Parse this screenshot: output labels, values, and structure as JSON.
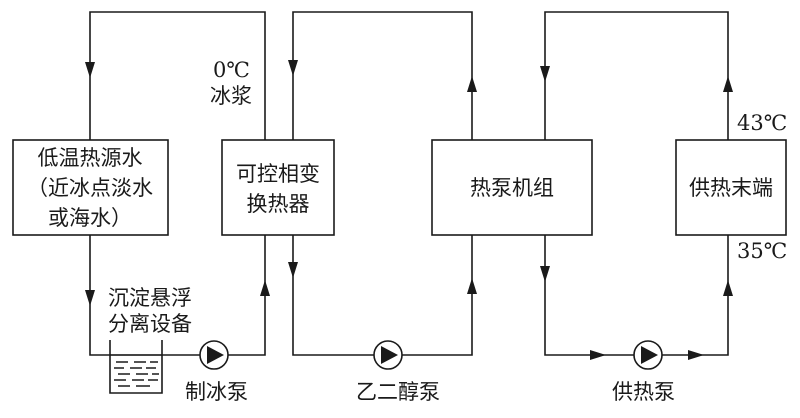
{
  "boxes": {
    "source": [
      "低温热源水",
      "（近冰点淡水",
      "或海水）"
    ],
    "exchanger": [
      "可控相变",
      "换热器"
    ],
    "heat_pump": "热泵机组",
    "terminal": "供热末端"
  },
  "labels": {
    "ice_temp": "0℃",
    "ice_slurry": "冰浆",
    "sediment": [
      "沉淀悬浮",
      "分离设备"
    ],
    "supply_temp": "43℃",
    "return_temp": "35℃"
  },
  "pumps": {
    "ice_pump": "制冰泵",
    "glycol_pump": "乙二醇泵",
    "heat_pump_supply": "供热泵"
  },
  "colors": {
    "line": "#1a1a1a",
    "background": "#ffffff"
  }
}
